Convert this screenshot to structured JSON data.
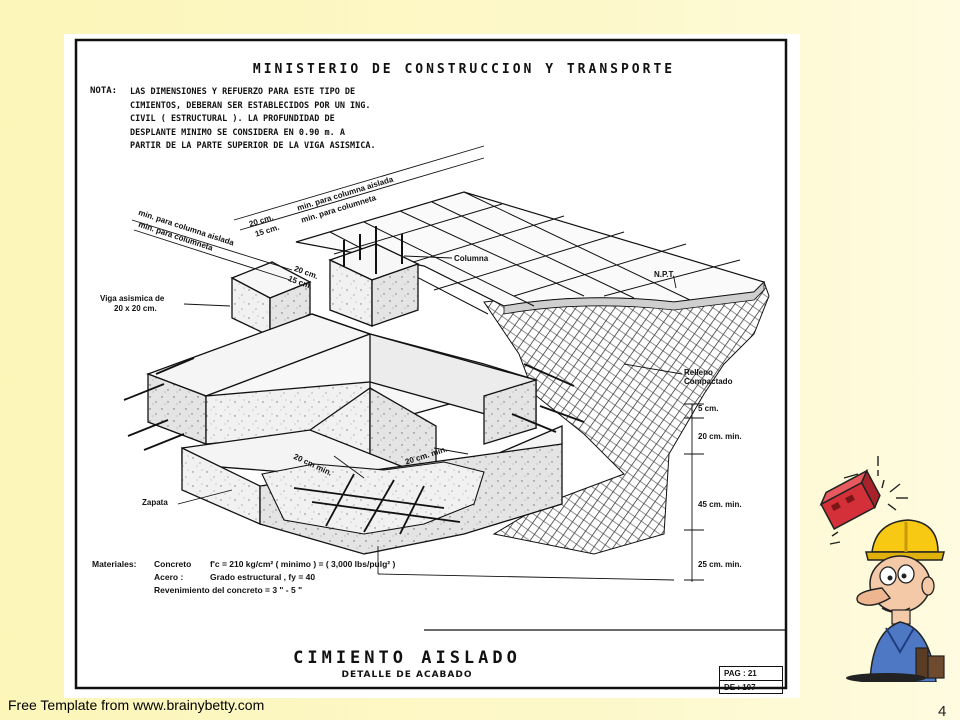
{
  "slide": {
    "footer": "Free Template from www.brainybetty.com",
    "page_number": "4"
  },
  "drawing": {
    "header": "MINISTERIO DE CONSTRUCCION Y TRANSPORTE",
    "note_label": "NOTA:",
    "note_lines": [
      "LAS DIMENSIONES Y REFUERZO PARA ESTE TIPO DE",
      "CIMIENTOS, DEBERAN SER ESTABLECIDOS POR UN ING.",
      "CIVIL   ( ESTRUCTURAL ).  LA PROFUNDIDAD DE",
      "DESPLANTE MINIMO SE CONSIDERA EN  0.90 m. A",
      "PARTIR DE LA PARTE SUPERIOR DE LA VIGA ASISMICA."
    ],
    "labels": {
      "dim_20_top": "20 cm.",
      "min_col_aislada_top": "min. para columna aislada",
      "dim_15_top": "15 cm.",
      "min_columneta_top": "min. para columneta",
      "min_col_aislada_left": "min. para columna aislada",
      "min_columneta_left": "min. para columneta",
      "dim_20_mid": "20 cm.",
      "dim_15_mid": "15 cm.",
      "columna": "Columna",
      "npt": "N.P.T.",
      "viga_asismica": "Viga asismica de",
      "viga_size": "20 x 20 cm.",
      "relleno": "Relleno",
      "compactado": "Compactado",
      "dim_5": "5 cm.",
      "dim_20_min": "20 cm. min.",
      "dim_45_min": "45 cm. min.",
      "dim_25_min": "25 cm. min.",
      "dim_20_min_base_left": "20 cm min.",
      "dim_20_min_base_right": "20 cm. min.",
      "zapata": "Zapata"
    },
    "materials": {
      "heading": "Materiales:",
      "rows": [
        {
          "name": "Concreto",
          "value": "f'c = 210 kg/cm² ( minimo ) = ( 3,000 lbs/pulg² )"
        },
        {
          "name": "Acero :",
          "value": "Grado estructural , fy = 40"
        },
        {
          "name": "",
          "value": "Revenimiento del concreto = 3 \" - 5 \""
        }
      ]
    },
    "title": "CIMIENTO AISLADO",
    "subtitle": "DETALLE DE ACABADO",
    "pag": "PAG : 21",
    "de": "DE : 107"
  }
}
